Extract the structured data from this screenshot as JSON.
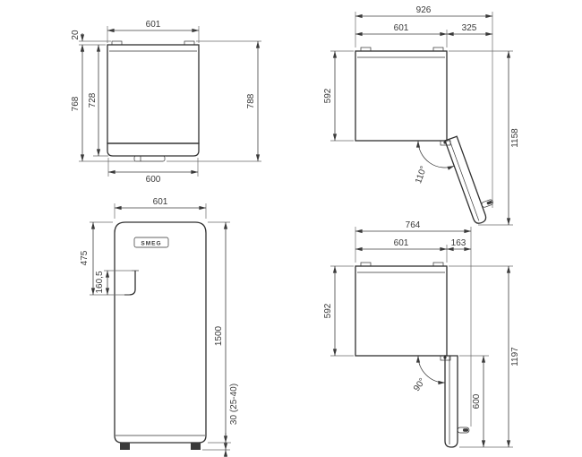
{
  "brand": "SMEG",
  "colors": {
    "line": "#3a3a3a",
    "text": "#3a3a3a",
    "background": "#ffffff"
  },
  "views": {
    "top_closed": {
      "width_top": "601",
      "hinge_depth": "20",
      "depth_with_handle": "768",
      "depth_body": "728",
      "depth_total": "788",
      "door_width": "600"
    },
    "open_110": {
      "overall_width": "926",
      "body_width": "601",
      "door_swing": "325",
      "body_depth": "592",
      "overall_depth": "1158",
      "angle": "110°"
    },
    "front": {
      "width": "601",
      "handle_bottom_offset": "475",
      "handle_length": "160,5",
      "height": "1500",
      "feet_height": "30 (25-40)"
    },
    "open_90": {
      "overall_width": "764",
      "body_width": "601",
      "door_swing": "163",
      "body_depth": "592",
      "overall_depth": "1197",
      "open_door_width": "600",
      "angle": "90°"
    }
  }
}
